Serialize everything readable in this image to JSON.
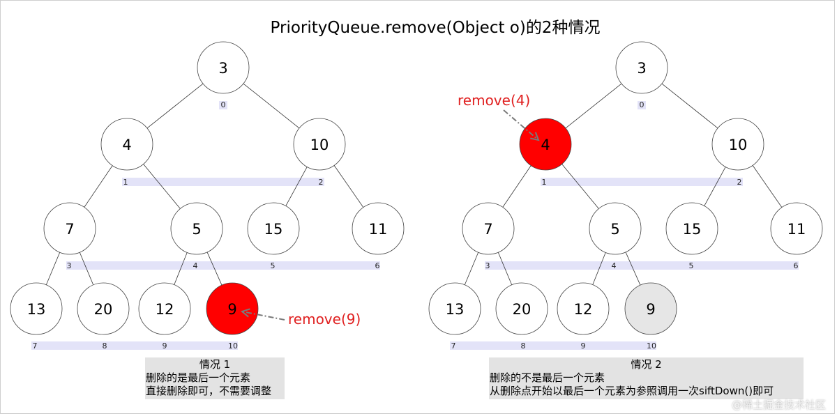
{
  "title": "PriorityQueue.remove(Object o)的2种情况",
  "colors": {
    "removed": "#ff0000",
    "moved_out": "#e6e6e6",
    "index_band": "#e3e3f8",
    "node": "#ffffff",
    "label": "#e02020",
    "arrow": "#7a7a7a"
  },
  "panels": [
    {
      "name": "case-1",
      "nodes": [
        {
          "index": 0,
          "value": "3",
          "state": "normal"
        },
        {
          "index": 1,
          "value": "4",
          "state": "normal"
        },
        {
          "index": 2,
          "value": "10",
          "state": "normal"
        },
        {
          "index": 3,
          "value": "7",
          "state": "normal"
        },
        {
          "index": 4,
          "value": "5",
          "state": "normal"
        },
        {
          "index": 5,
          "value": "15",
          "state": "normal"
        },
        {
          "index": 6,
          "value": "11",
          "state": "normal"
        },
        {
          "index": 7,
          "value": "13",
          "state": "normal"
        },
        {
          "index": 8,
          "value": "20",
          "state": "normal"
        },
        {
          "index": 9,
          "value": "12",
          "state": "normal"
        },
        {
          "index": 10,
          "value": "9",
          "state": "removed"
        }
      ],
      "annotation": "remove(9)",
      "annotation_target": 10,
      "caption": {
        "title": "情况 1",
        "lines": [
          "删除的是最后一个元素",
          "直接删除即可，不需要调整"
        ]
      }
    },
    {
      "name": "case-2",
      "nodes": [
        {
          "index": 0,
          "value": "3",
          "state": "normal"
        },
        {
          "index": 1,
          "value": "4",
          "state": "removed"
        },
        {
          "index": 2,
          "value": "10",
          "state": "normal"
        },
        {
          "index": 3,
          "value": "7",
          "state": "normal"
        },
        {
          "index": 4,
          "value": "5",
          "state": "normal"
        },
        {
          "index": 5,
          "value": "15",
          "state": "normal"
        },
        {
          "index": 6,
          "value": "11",
          "state": "normal"
        },
        {
          "index": 7,
          "value": "13",
          "state": "normal"
        },
        {
          "index": 8,
          "value": "20",
          "state": "normal"
        },
        {
          "index": 9,
          "value": "12",
          "state": "normal"
        },
        {
          "index": 10,
          "value": "9",
          "state": "moved"
        }
      ],
      "annotation": "remove(4)",
      "annotation_target": 1,
      "caption": {
        "title": "情况 2",
        "lines": [
          "删除的不是最后一个元素",
          "从删除点开始以最后一个元素为参照调用一次siftDown()即可"
        ]
      }
    }
  ],
  "watermark": "@稀土掘金技术社区"
}
